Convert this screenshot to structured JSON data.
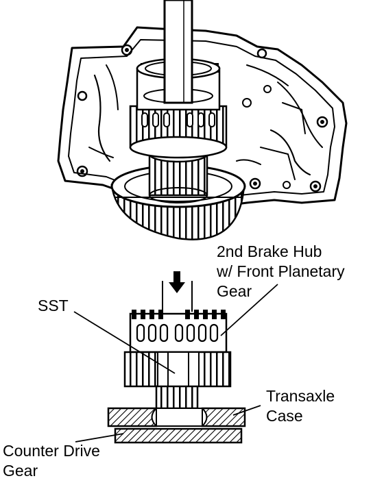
{
  "labels": {
    "brake_hub": [
      "2nd Brake Hub",
      "w/ Front Planetary",
      "Gear"
    ],
    "sst": "SST",
    "transaxle_case": [
      "Transaxle",
      "Case"
    ],
    "counter_drive_gear": [
      "Counter Drive",
      "Gear"
    ]
  },
  "colors": {
    "ink": "#000000",
    "paper": "#ffffff"
  }
}
